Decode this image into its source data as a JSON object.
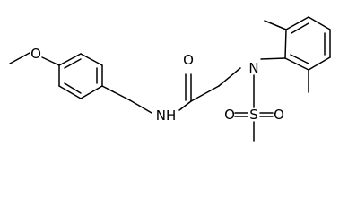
{
  "structure": {
    "colors": {
      "bond": "#000000",
      "label": "#000000",
      "background": "#ffffff"
    },
    "atoms": {
      "o_methoxy": "O",
      "o_carbonyl": "O",
      "nh_amide": "NH",
      "n_sulfonamide": "N",
      "s_sulfonyl": "S",
      "o_sulfonyl_left": "O",
      "o_sulfonyl_right": "O"
    }
  }
}
